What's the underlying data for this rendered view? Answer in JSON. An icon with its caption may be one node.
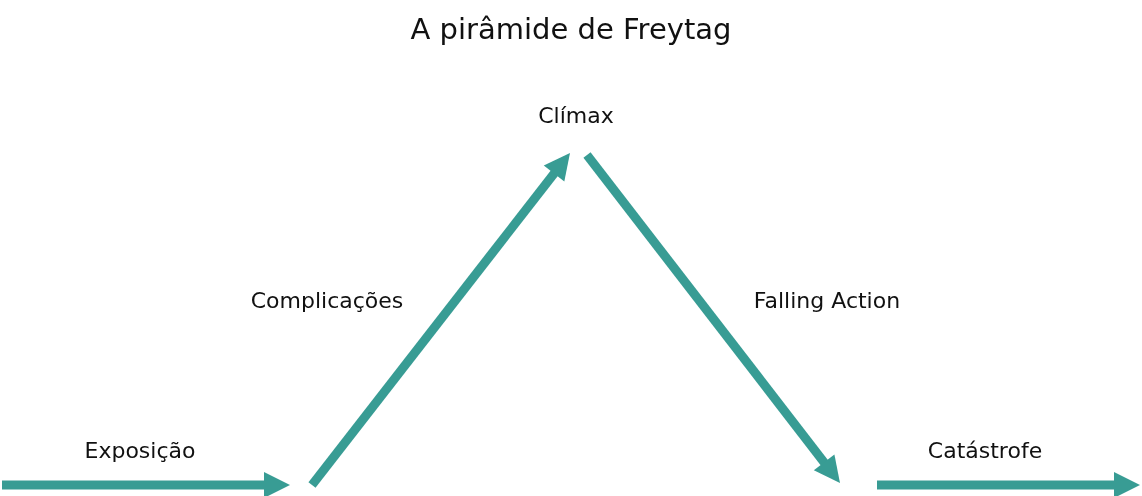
{
  "diagram": {
    "title": "A pirâmide de Freytag",
    "labels": [
      "Clímax",
      "Complicações",
      "Falling Action",
      "Exposição",
      "Catástrofe"
    ]
  }
}
